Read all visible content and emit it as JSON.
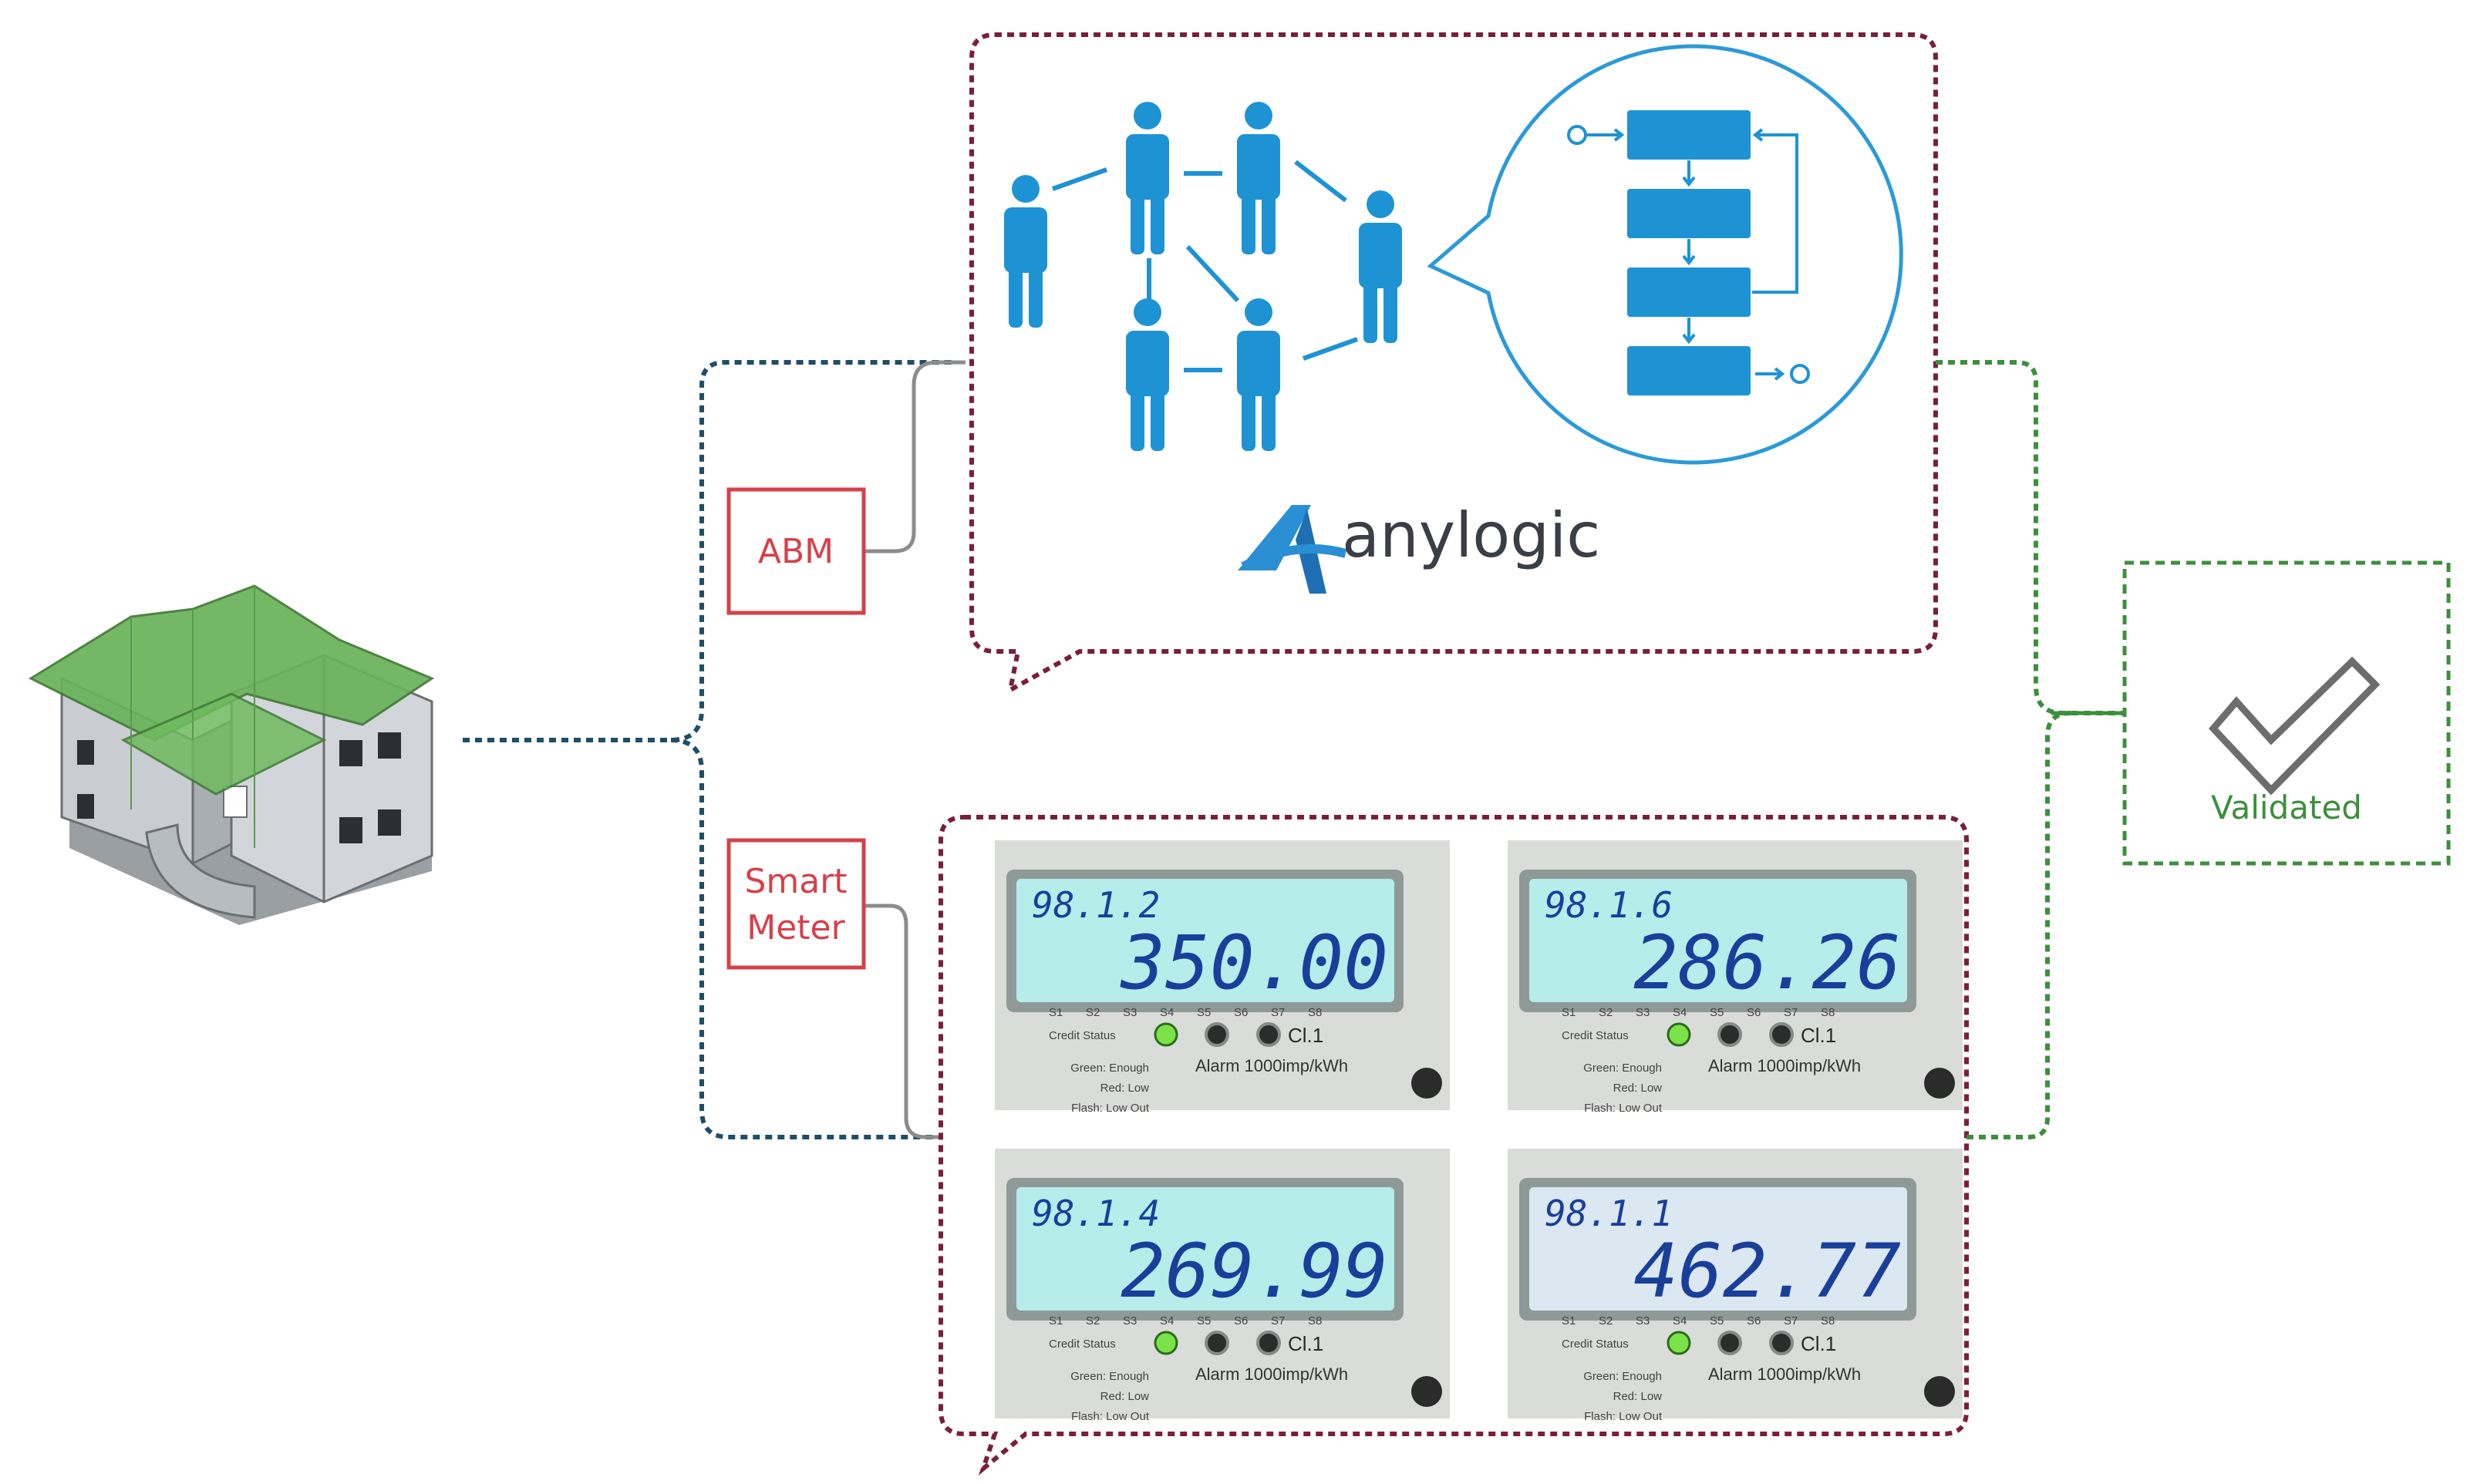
{
  "labels": {
    "abm": "ABM",
    "smart_meter_line1": "Smart",
    "smart_meter_line2": "Meter",
    "validated": "Validated",
    "brand": "anylogic"
  },
  "meters": [
    {
      "code": "98.1.2",
      "reading": "350.00"
    },
    {
      "code": "98.1.6",
      "reading": "286.26"
    },
    {
      "code": "98.1.4",
      "reading": "269.99"
    },
    {
      "code": "98.1.1",
      "reading": "462.77"
    }
  ],
  "meter_panel": {
    "slots": [
      "S1",
      "S2",
      "S3",
      "S4",
      "S5",
      "S6",
      "S7",
      "S8"
    ],
    "credit_status": "Credit Status",
    "class": "Cl.1",
    "alarm": "Alarm 1000imp/kWh",
    "legend": [
      "Green: Enough",
      "Red: Low",
      "Flash: Low Out"
    ]
  },
  "colors": {
    "navy_dotted": "#1f4e66",
    "maroon_dotted": "#7a1f3a",
    "green_dotted": "#3c8f3c",
    "agent_blue": "#1e93d4",
    "label_red": "#d6404a"
  }
}
